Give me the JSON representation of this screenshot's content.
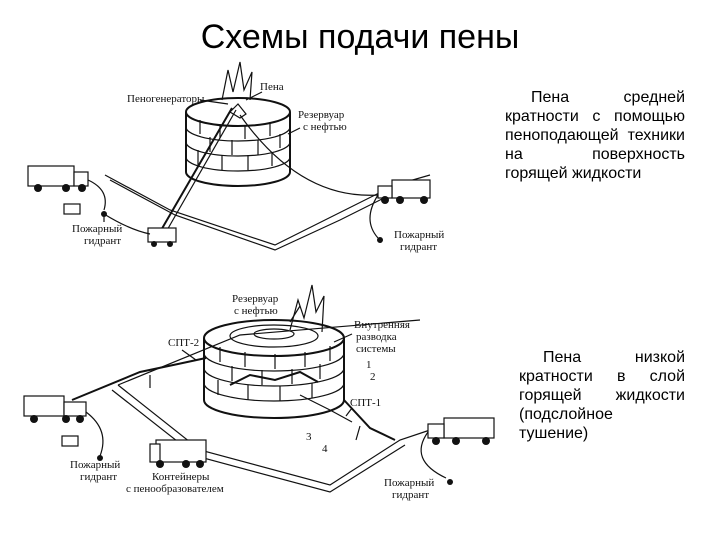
{
  "slide": {
    "title": "Схемы подачи пены",
    "caption_top": "Пена средней кратности с помощью пеноподающей техники на поверхность горящей жидкости",
    "caption_bottom": "Пена низкой кратности в слой горящей жидкости (подслойное тушение)"
  },
  "diagram_top": {
    "label_generators": "Пеногенераторы",
    "label_foam": "Пена",
    "label_tank_line1": "Резервуар",
    "label_tank_line2": "с нефтью",
    "label_hydrant_left_line1": "Пожарный",
    "label_hydrant_left_line2": "гидрант",
    "label_hydrant_right_line1": "Пожарный",
    "label_hydrant_right_line2": "гидрант"
  },
  "diagram_bottom": {
    "label_tank_line1": "Резервуар",
    "label_tank_line2": "с нефтью",
    "label_inner_line1": "Внутренняя",
    "label_inner_line2": "разводка",
    "label_inner_line3": "системы",
    "label_spt2": "СПТ-2",
    "label_spt1": "СПТ-1",
    "num_1": "1",
    "num_2": "2",
    "num_3": "3",
    "num_4": "4",
    "label_hydrant_left_line1": "Пожарный",
    "label_hydrant_left_line2": "гидрант",
    "label_containers_line1": "Контейнеры",
    "label_containers_line2": "с пенообразователем",
    "label_hydrant_right_line1": "Пожарный",
    "label_hydrant_right_line2": "гидрант"
  }
}
